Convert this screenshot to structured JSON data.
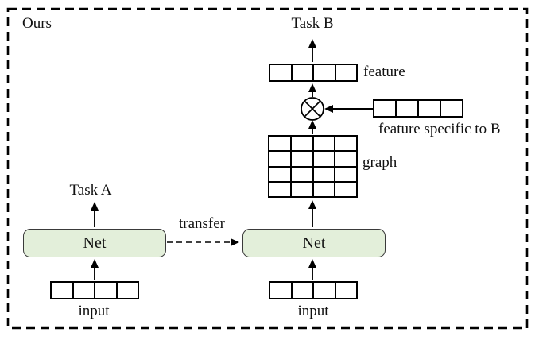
{
  "diagram": {
    "container_label": "Ours",
    "left_branch": {
      "task_label": "Task A",
      "net_label": "Net",
      "input_label": "input",
      "input_cells": 4
    },
    "transfer_label": "transfer",
    "right_branch": {
      "task_label": "Task B",
      "net_label": "Net",
      "input_label": "input",
      "input_cells": 4,
      "graph_label": "graph",
      "graph_rows": 4,
      "graph_cols": 4,
      "graph_cells_total": 16,
      "feature_label": "feature",
      "feature_cells": 4,
      "feature_specific_label": "feature specific to B",
      "feature_specific_cells": 4,
      "multiply_symbol": "circled-times-icon"
    },
    "colors": {
      "background": "#ffffff",
      "line": "#000000",
      "net_fill": "#e3efda",
      "net_border": "#3a3a3a",
      "text": "#111111"
    }
  }
}
